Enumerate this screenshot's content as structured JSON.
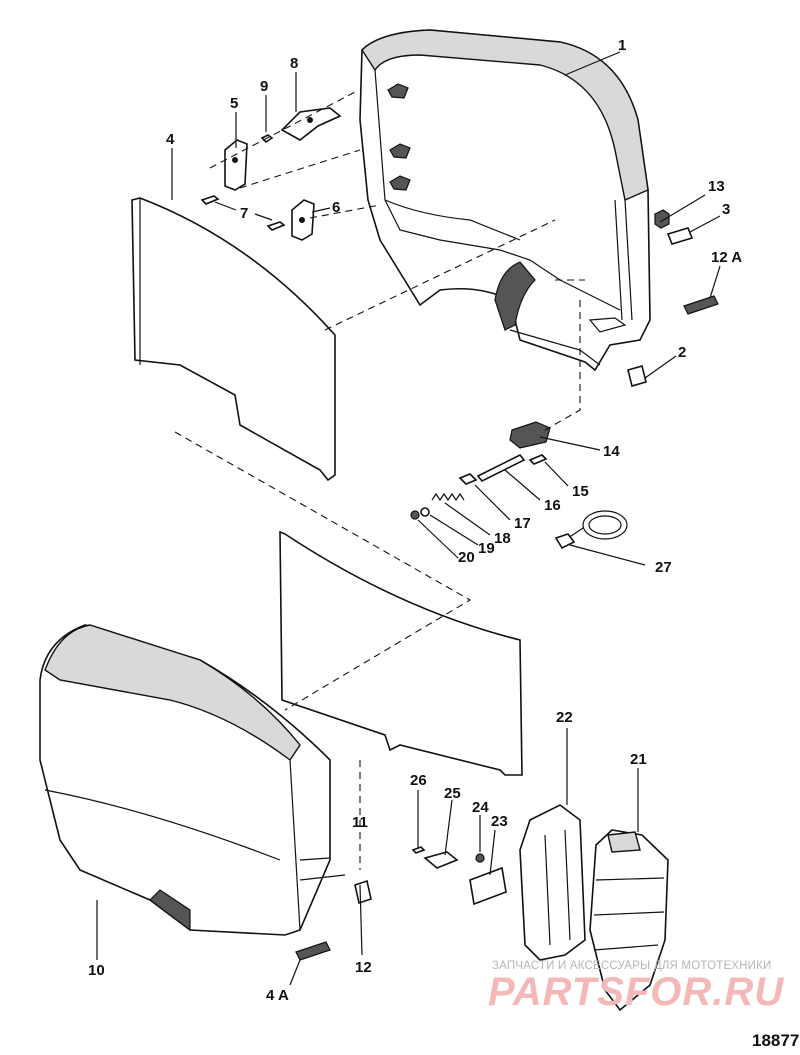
{
  "callouts": {
    "c1": "1",
    "c2": "2",
    "c3": "3",
    "c4_top": "4",
    "c5": "5",
    "c6": "6",
    "c7": "7",
    "c8": "8",
    "c9": "9",
    "c10": "10",
    "c11": "11",
    "c12": "12",
    "c12a": "12 A",
    "c13": "13",
    "c14": "14",
    "c15": "15",
    "c16": "16",
    "c17": "17",
    "c18": "18",
    "c19": "19",
    "c20": "20",
    "c21": "21",
    "c22": "22",
    "c23": "23",
    "c24": "24",
    "c25": "25",
    "c26": "26",
    "c27": "27",
    "c4a": "4 A"
  },
  "figure_number": "18877",
  "watermark": {
    "caption": "ЗАПЧАСТИ И АКСЕССУАРЫ ДЛЯ МОТОТЕХНИКИ",
    "brand": "PARTSFOR.RU"
  }
}
